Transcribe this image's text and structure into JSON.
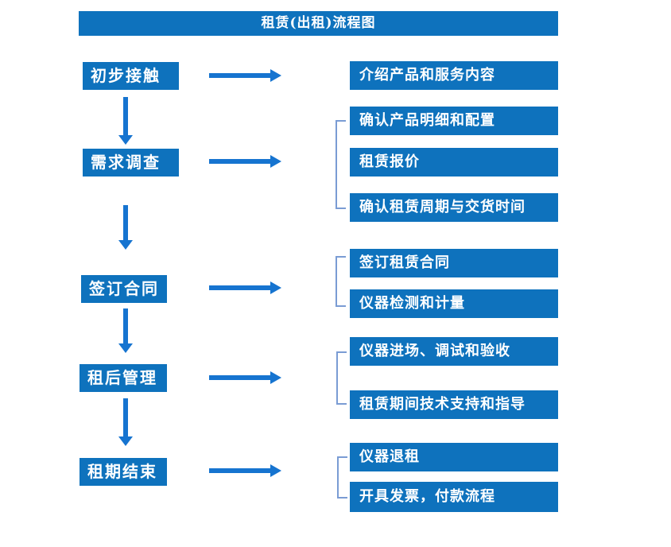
{
  "title": "租赁(出租)流程图",
  "colors": {
    "box_blue": "#0E72BD",
    "arrow_blue": "#1674D0",
    "bracket_blue": "#7A9CD4",
    "text": "#FFFFFF",
    "background": "#FFFFFF"
  },
  "stages": [
    {
      "label": "初步接触",
      "details": [
        "介绍产品和服务内容"
      ]
    },
    {
      "label": "需求调查",
      "details": [
        "确认产品明细和配置",
        "租赁报价",
        "确认租赁周期与交货时间"
      ]
    },
    {
      "label": "签订合同",
      "details": [
        "签订租赁合同",
        "仪器检测和计量"
      ]
    },
    {
      "label": "租后管理",
      "details": [
        "仪器进场、调试和验收",
        "租赁期间技术支持和指导"
      ]
    },
    {
      "label": "租期结束",
      "details": [
        "仪器退租",
        "开具发票，付款流程"
      ]
    }
  ]
}
